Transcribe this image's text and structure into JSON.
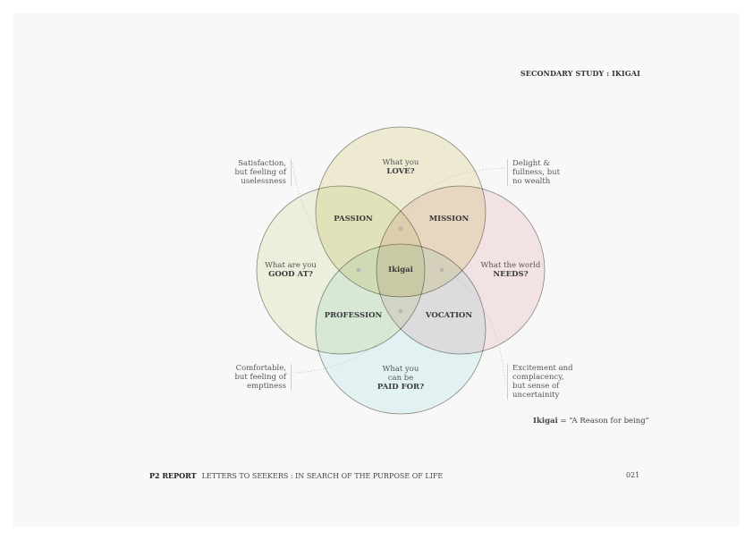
{
  "header": {
    "section_title": "SECONDARY STUDY : IKIGAI"
  },
  "diagram": {
    "circles": [
      {
        "id": "love",
        "line1": "What you",
        "line2": "LOVE?",
        "color": "#f3f0d3"
      },
      {
        "id": "good_at",
        "line1": "What are you",
        "line2": "GOOD AT?",
        "color": "#eef3d8"
      },
      {
        "id": "needs",
        "line1": "What the world",
        "line2": "NEEDS?",
        "color": "#f8e3e6"
      },
      {
        "id": "paid_for",
        "line1": "What you",
        "line2": "can be",
        "line3": "PAID FOR?",
        "color": "#e2f5f5"
      }
    ],
    "intersections": {
      "passion": "PASSION",
      "mission": "MISSION",
      "profession": "PROFESSION",
      "vocation": "VOCATION",
      "center": "Ikigai"
    },
    "annotations": {
      "top_left": [
        "Satisfaction,",
        "but feeling of",
        "uselessness"
      ],
      "top_right": [
        "Delight &",
        "fullness, but",
        "no wealth"
      ],
      "bottom_left": [
        "Comfortable,",
        "but feeling of",
        "emptiness"
      ],
      "bottom_right": [
        "Excitement and",
        "complacency,",
        "but sense of",
        "uncertainity"
      ]
    },
    "definition": {
      "term": "Ikigai",
      "meaning": " = “A Reason for being”"
    }
  },
  "footer": {
    "report": "P2 REPORT",
    "title": "LETTERS TO SEEKERS : IN SEARCH OF THE PURPOSE OF LIFE",
    "page_number": "021"
  }
}
